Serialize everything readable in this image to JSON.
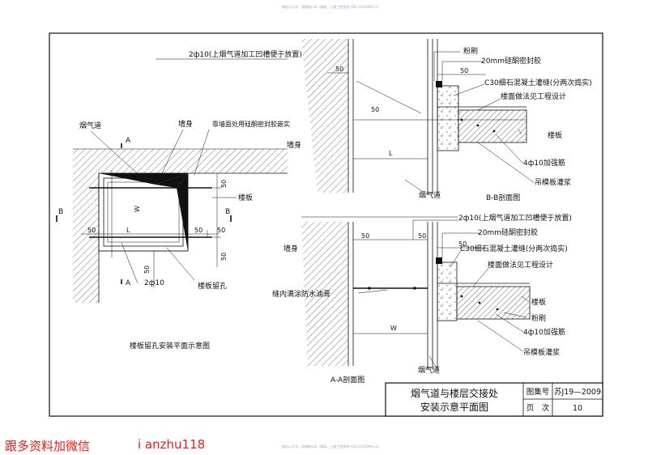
{
  "watermark": {
    "top": "微信公众号：搜建筑cad（搜筑，土建工程资源 http://123999.cn）",
    "bottom": "微信公众号：搜建筑cad（搜筑，土建工程资源 http://123999.cn）"
  },
  "plan": {
    "labels": {
      "top_dim": "2ф10(上烟气道加工凹槽便于放置)",
      "flue": "烟气道",
      "wall": "墙身",
      "sealant_note": "靠墙面处用硅酮密封胶嵌实",
      "floor_slab": "楼板",
      "slab_hole": "楼板留孔",
      "rebar": "2ф10",
      "section_a": "A",
      "section_b": "B",
      "dim_L": "L",
      "dim_W": "W",
      "dim_50": "50"
    },
    "caption": "楼板留孔安装平面示意图"
  },
  "section_bb": {
    "labels": {
      "plaster": "粉刷",
      "sealant": "20mm硅酮密封胶",
      "c30": "C30细石混凝土灌缝(分两次捣实)",
      "floor_finish": "楼面做法见工程设计",
      "slab": "楼板",
      "rebar": "4ф10加强筋",
      "grout": "吊模板灌浆",
      "wall": "墙身",
      "flue": "烟气道",
      "dim_L": "L",
      "dim_50": "50"
    },
    "caption": "B-B剖面图"
  },
  "section_aa": {
    "labels": {
      "top_note": "2ф10(上烟气道加工凹槽便于放置)",
      "sealant": "20mm硅酮密封胶",
      "c30": "C30细石混凝土灌缝(分两次捣实)",
      "floor_finish": "楼面做法见工程设计",
      "wall": "墙身",
      "waterproof": "缝内满涂防水油膏",
      "slab": "楼板",
      "plaster": "粉刷",
      "rebar": "4ф10加强筋",
      "grout": "吊模板灌浆",
      "flue": "烟气道",
      "dim_W": "W",
      "dim_50": "50"
    },
    "caption": "A-A剖面图"
  },
  "title_block": {
    "title_line1": "烟气道与楼层交接处",
    "title_line2": "安装示意平面图",
    "atlas_label": "图集号",
    "atlas_value": "苏J19—2009",
    "page_label": "页　次",
    "page_value": "10"
  },
  "footer": {
    "left": "跟多资料加微信",
    "right": "i anzhu118"
  }
}
